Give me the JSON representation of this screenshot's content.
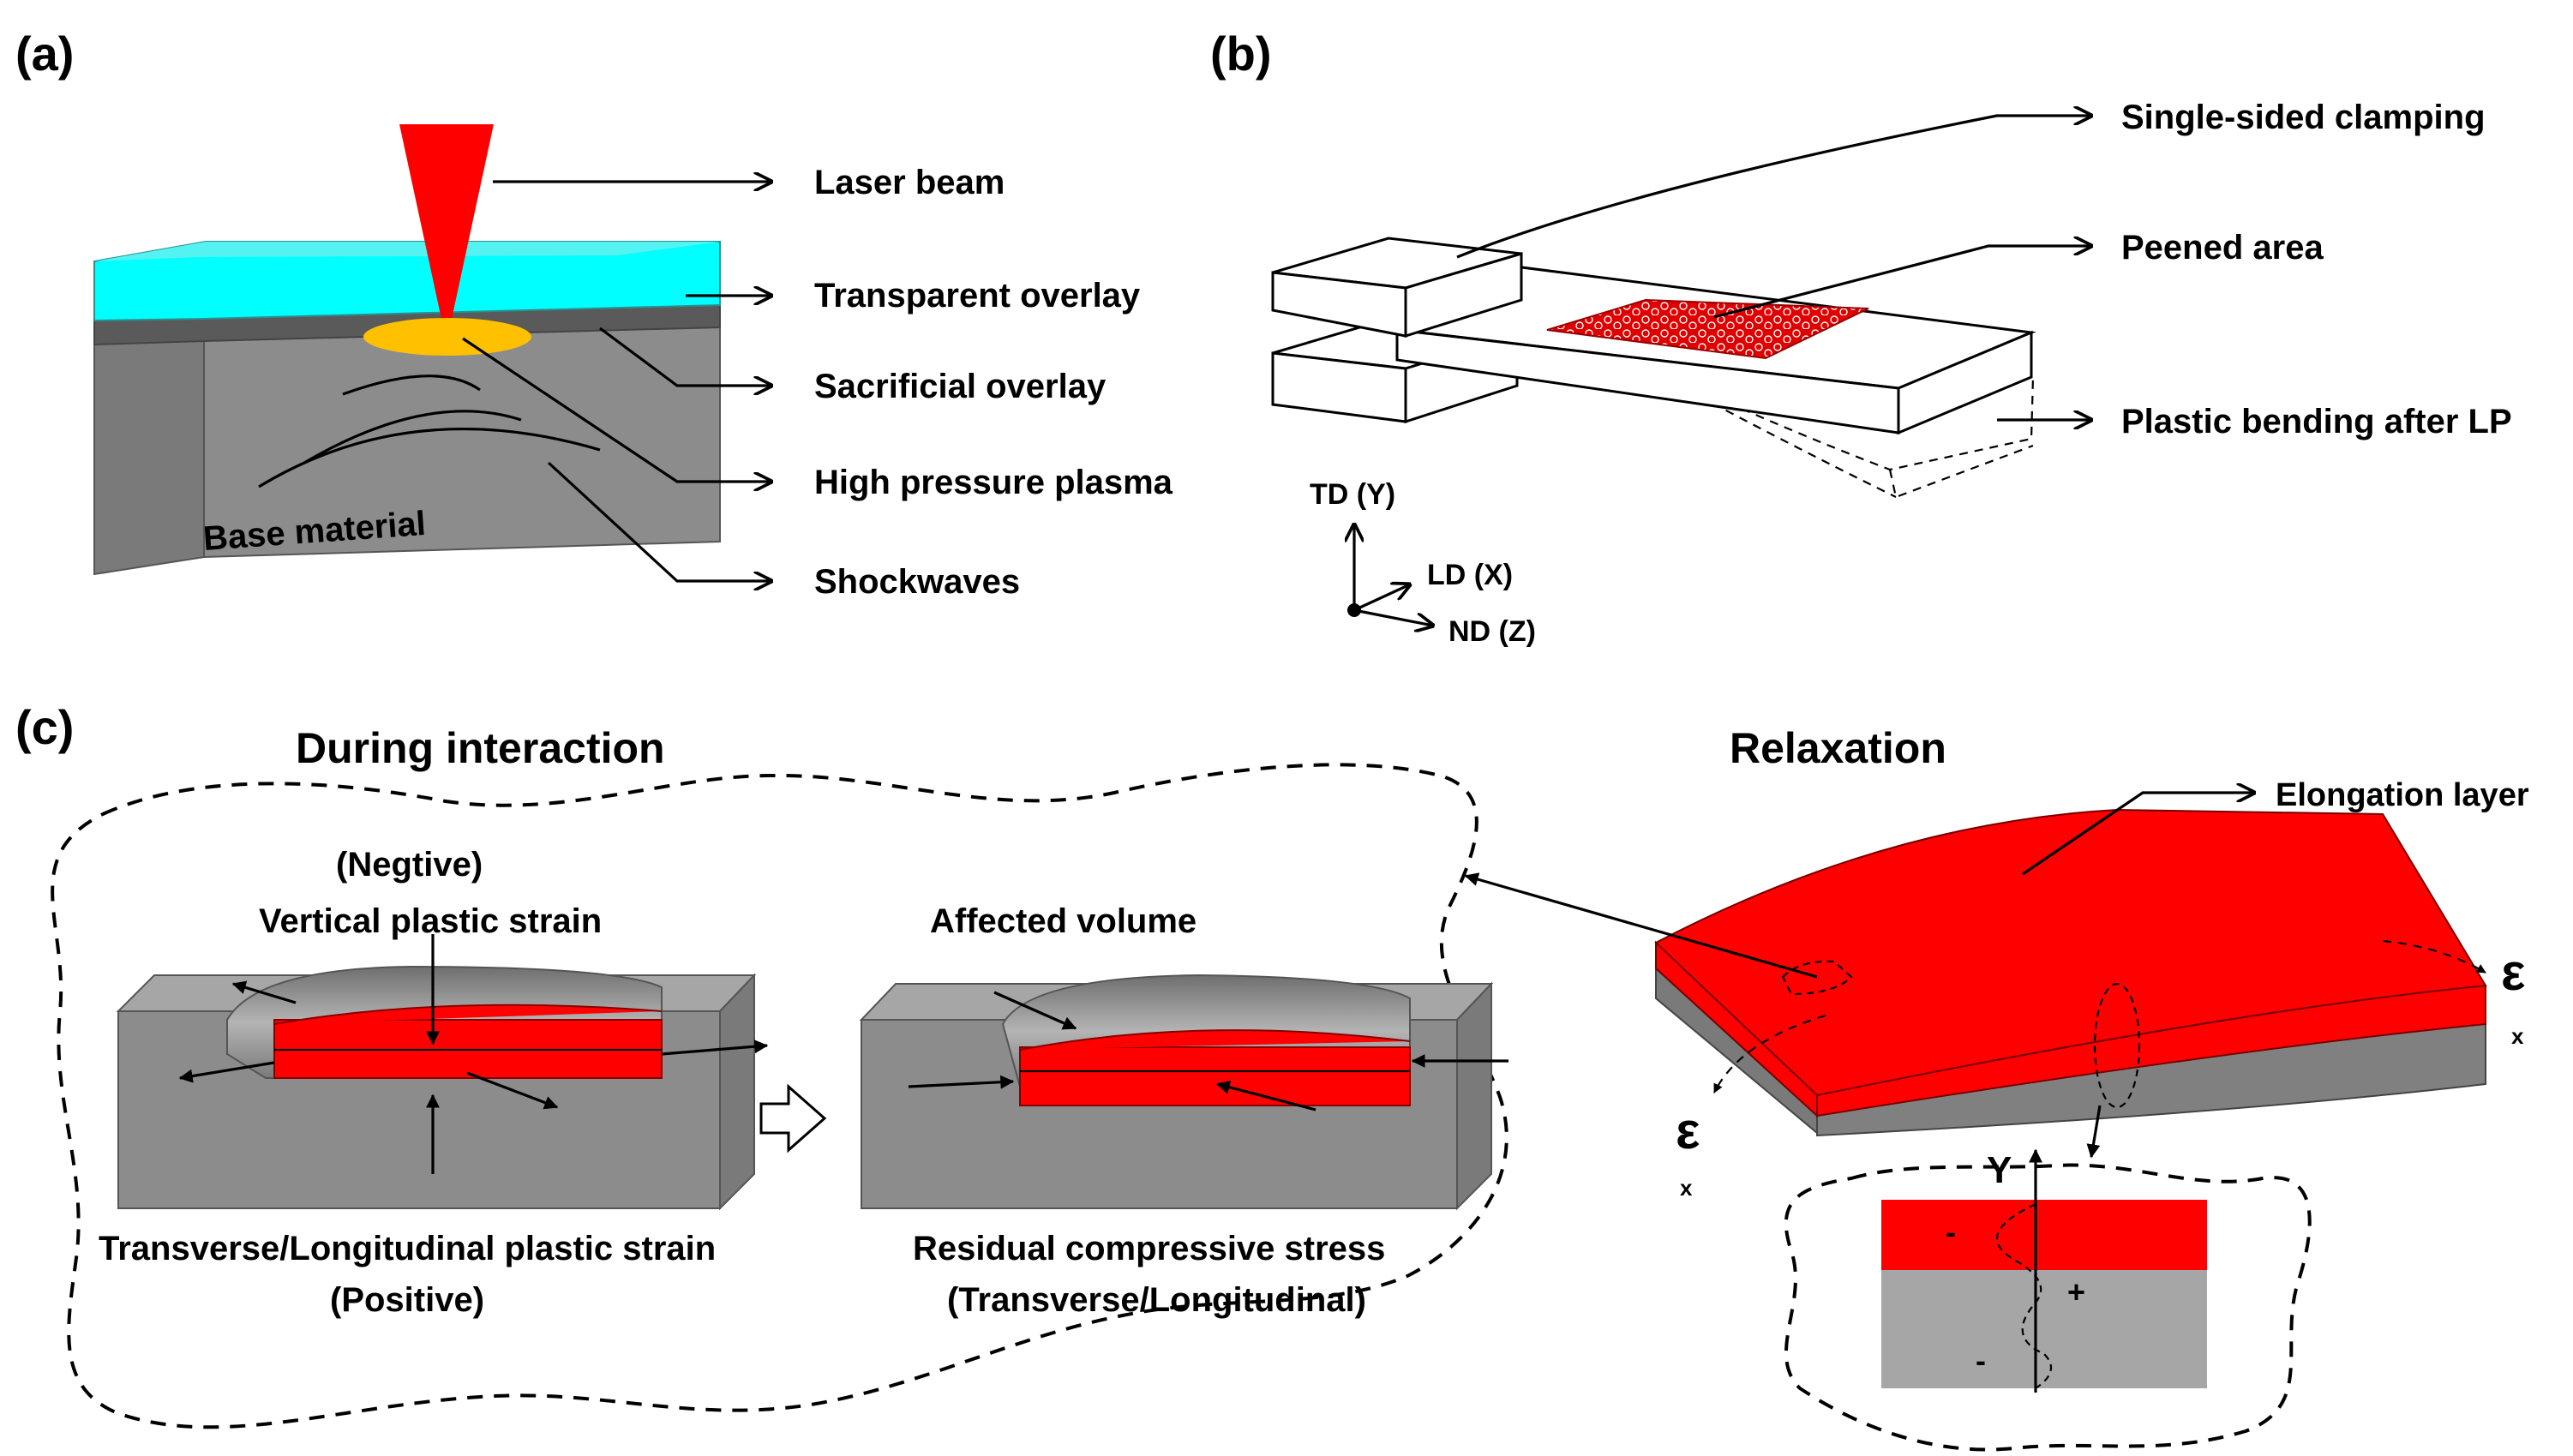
{
  "panel_labels": {
    "a": "(a)",
    "b": "(b)",
    "c": "(c)"
  },
  "panel_a": {
    "laser_beam": "Laser beam",
    "transparent_overlay": "Transparent overlay",
    "sacrificial_overlay": "Sacrificial overlay",
    "high_pressure_plasma": "High pressure plasma",
    "shockwaves": "Shockwaves",
    "base_material": "Base material"
  },
  "panel_b": {
    "single_sided_clamping": "Single-sided clamping",
    "peened_area": "Peened area",
    "plastic_bending": "Plastic bending after LP",
    "axis_td": "TD (Y)",
    "axis_ld": "LD (X)",
    "axis_nd": "ND (Z)"
  },
  "panel_c": {
    "during_title": "During interaction",
    "relaxation_title": "Relaxation",
    "negtive": "(Negtive)",
    "vertical_strain": "Vertical  plastic strain",
    "affected_volume": "Affected volume",
    "transverse_strain": "Transverse/Longitudinal plastic strain",
    "positive": "(Positive)",
    "residual_stress": "Residual compressive stress",
    "transverse_longitudinal": "(Transverse/Longitudinal)",
    "elongation_layer": "Elongation layer",
    "epsilon": "ε",
    "subscript_x": "x",
    "y_axis": "Y",
    "minus": "-",
    "plus": "+"
  },
  "colors": {
    "laser_red": "#ff0000",
    "overlay_cyan": "#00ffff",
    "plasma_yellow": "#ffc000",
    "base_gray": "#8c8c8c",
    "light_gray": "#a6a6a6"
  }
}
